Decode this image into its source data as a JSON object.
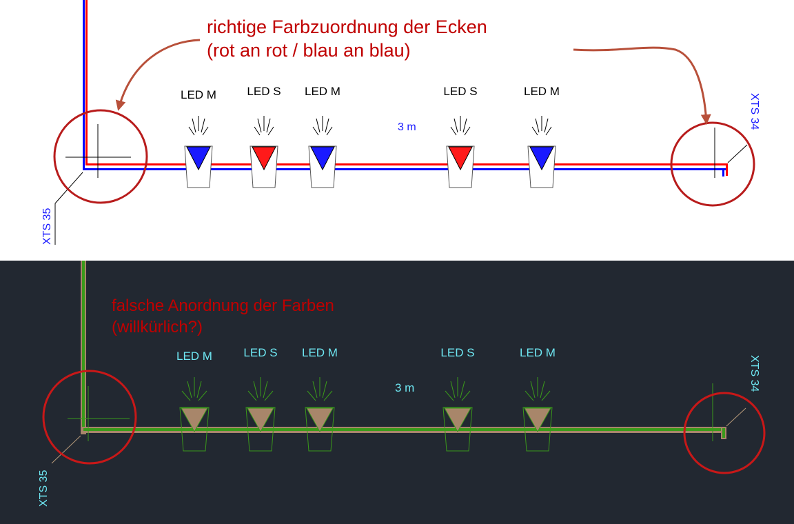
{
  "top_panel": {
    "annotation_line1": "richtige Farbzuordnung der Ecken",
    "annotation_line2": "(rot an rot / blau an blau)",
    "distance": "3 m",
    "tag_left": "XTS 35",
    "tag_right": "XTS 34",
    "fixtures": [
      {
        "label": "LED M",
        "fill": "#1a1aff"
      },
      {
        "label": "LED S",
        "fill": "#ff1a1a"
      },
      {
        "label": "LED M",
        "fill": "#1a1aff"
      },
      {
        "label": "LED S",
        "fill": "#ff1a1a"
      },
      {
        "label": "LED M",
        "fill": "#1a1aff"
      }
    ]
  },
  "bottom_panel": {
    "annotation_line1": "falsche Anordnung der Farben",
    "annotation_line2": "(willkürlich?)",
    "distance": "3 m",
    "tag_left": "XTS 35",
    "tag_right": "XTS 34",
    "fixtures": [
      {
        "label": "LED M"
      },
      {
        "label": "LED S"
      },
      {
        "label": "LED M"
      },
      {
        "label": "LED S"
      },
      {
        "label": "LED M"
      }
    ]
  },
  "colors": {
    "red_line": "#ff0000",
    "blue_line": "#0000ff",
    "annotation_red": "#c00000",
    "circle_red": "#b81c1c",
    "dark_background": "#222831",
    "green_line": "#3a9a1a",
    "tan_fill": "#a8866a",
    "cyan_text": "#6ee7f2",
    "label_blue": "#1a1aff"
  }
}
